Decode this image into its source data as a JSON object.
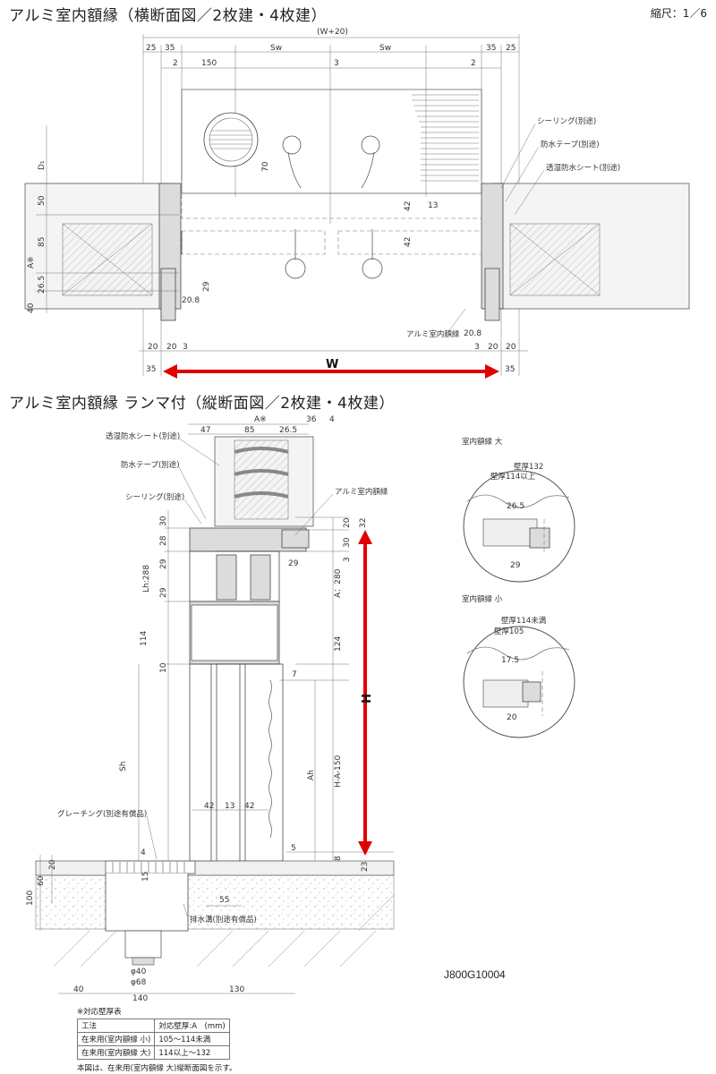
{
  "header": {
    "title_horizontal": "アルミ室内額縁（横断面図／2枚建・4枚建）",
    "scale": "縮尺：1／6",
    "title_vertical": "アルミ室内額縁 ランマ付（縦断面図／2枚建・4枚建）"
  },
  "horizontal": {
    "dims_top": [
      "(W+20)",
      "25",
      "35",
      "Sw",
      "Sw",
      "35",
      "25",
      "2",
      "150",
      "3",
      "2"
    ],
    "dims_side": [
      "D₁",
      "50",
      "A※",
      "85",
      "26.5",
      "40",
      "70",
      "42",
      "13",
      "42",
      "29",
      "20.8",
      "20.8"
    ],
    "dims_bottom": [
      "20",
      "20",
      "3",
      "3",
      "20",
      "20",
      "35",
      "35"
    ],
    "labels": [
      "シーリング(別途)",
      "防水テープ(別途)",
      "透湿防水シート(別途)",
      "アルミ室内額縁"
    ],
    "width_label": "W"
  },
  "vertical": {
    "dims_top": [
      "A※",
      "47",
      "85",
      "26.5",
      "36",
      "4"
    ],
    "dims_left": [
      "30",
      "28",
      "29",
      "Lh:288",
      "29",
      "114",
      "10",
      "Sh"
    ],
    "dims_right": [
      "20",
      "32",
      "30",
      "3",
      "A：280",
      "124",
      "7",
      "Ah",
      "H-A-150",
      "5",
      "8",
      "23"
    ],
    "dims_inner": [
      "29",
      "42",
      "13",
      "42",
      "55",
      "4",
      "15"
    ],
    "dims_bottom": [
      "100",
      "60",
      "20",
      "φ40",
      "φ68",
      "40",
      "140",
      "130"
    ],
    "labels": [
      "透湿防水シート(別途)",
      "防水テープ(別途)",
      "シーリング(別途)",
      "アルミ室内額縁",
      "グレーチング(別途有償品)",
      "排水溝(別途有償品)"
    ],
    "height_label": "H"
  },
  "details": [
    {
      "title": "室内額縁 大",
      "wall": "壁厚132",
      "wall_min": "壁厚114以上",
      "dim": "26.5",
      "dim2": "29"
    },
    {
      "title": "室内額縁 小",
      "wall": "壁厚114未満",
      "wall_min": "壁厚105",
      "dim": "17.5",
      "dim2": "20"
    }
  ],
  "doc_id": "J800G10004",
  "spec_table": {
    "title": "※対応壁厚表",
    "headers": [
      "工法",
      "対応壁厚:A　(mm)"
    ],
    "rows": [
      [
        "在来用(室内額縁 小)",
        "105～114未満"
      ],
      [
        "在来用(室内額縁 大)",
        "114以上～132"
      ]
    ],
    "footnote": "本図は、在来用(室内額縁 大)縦断面図を示す。"
  },
  "colors": {
    "arrow": "#e00000",
    "line": "#333333"
  }
}
